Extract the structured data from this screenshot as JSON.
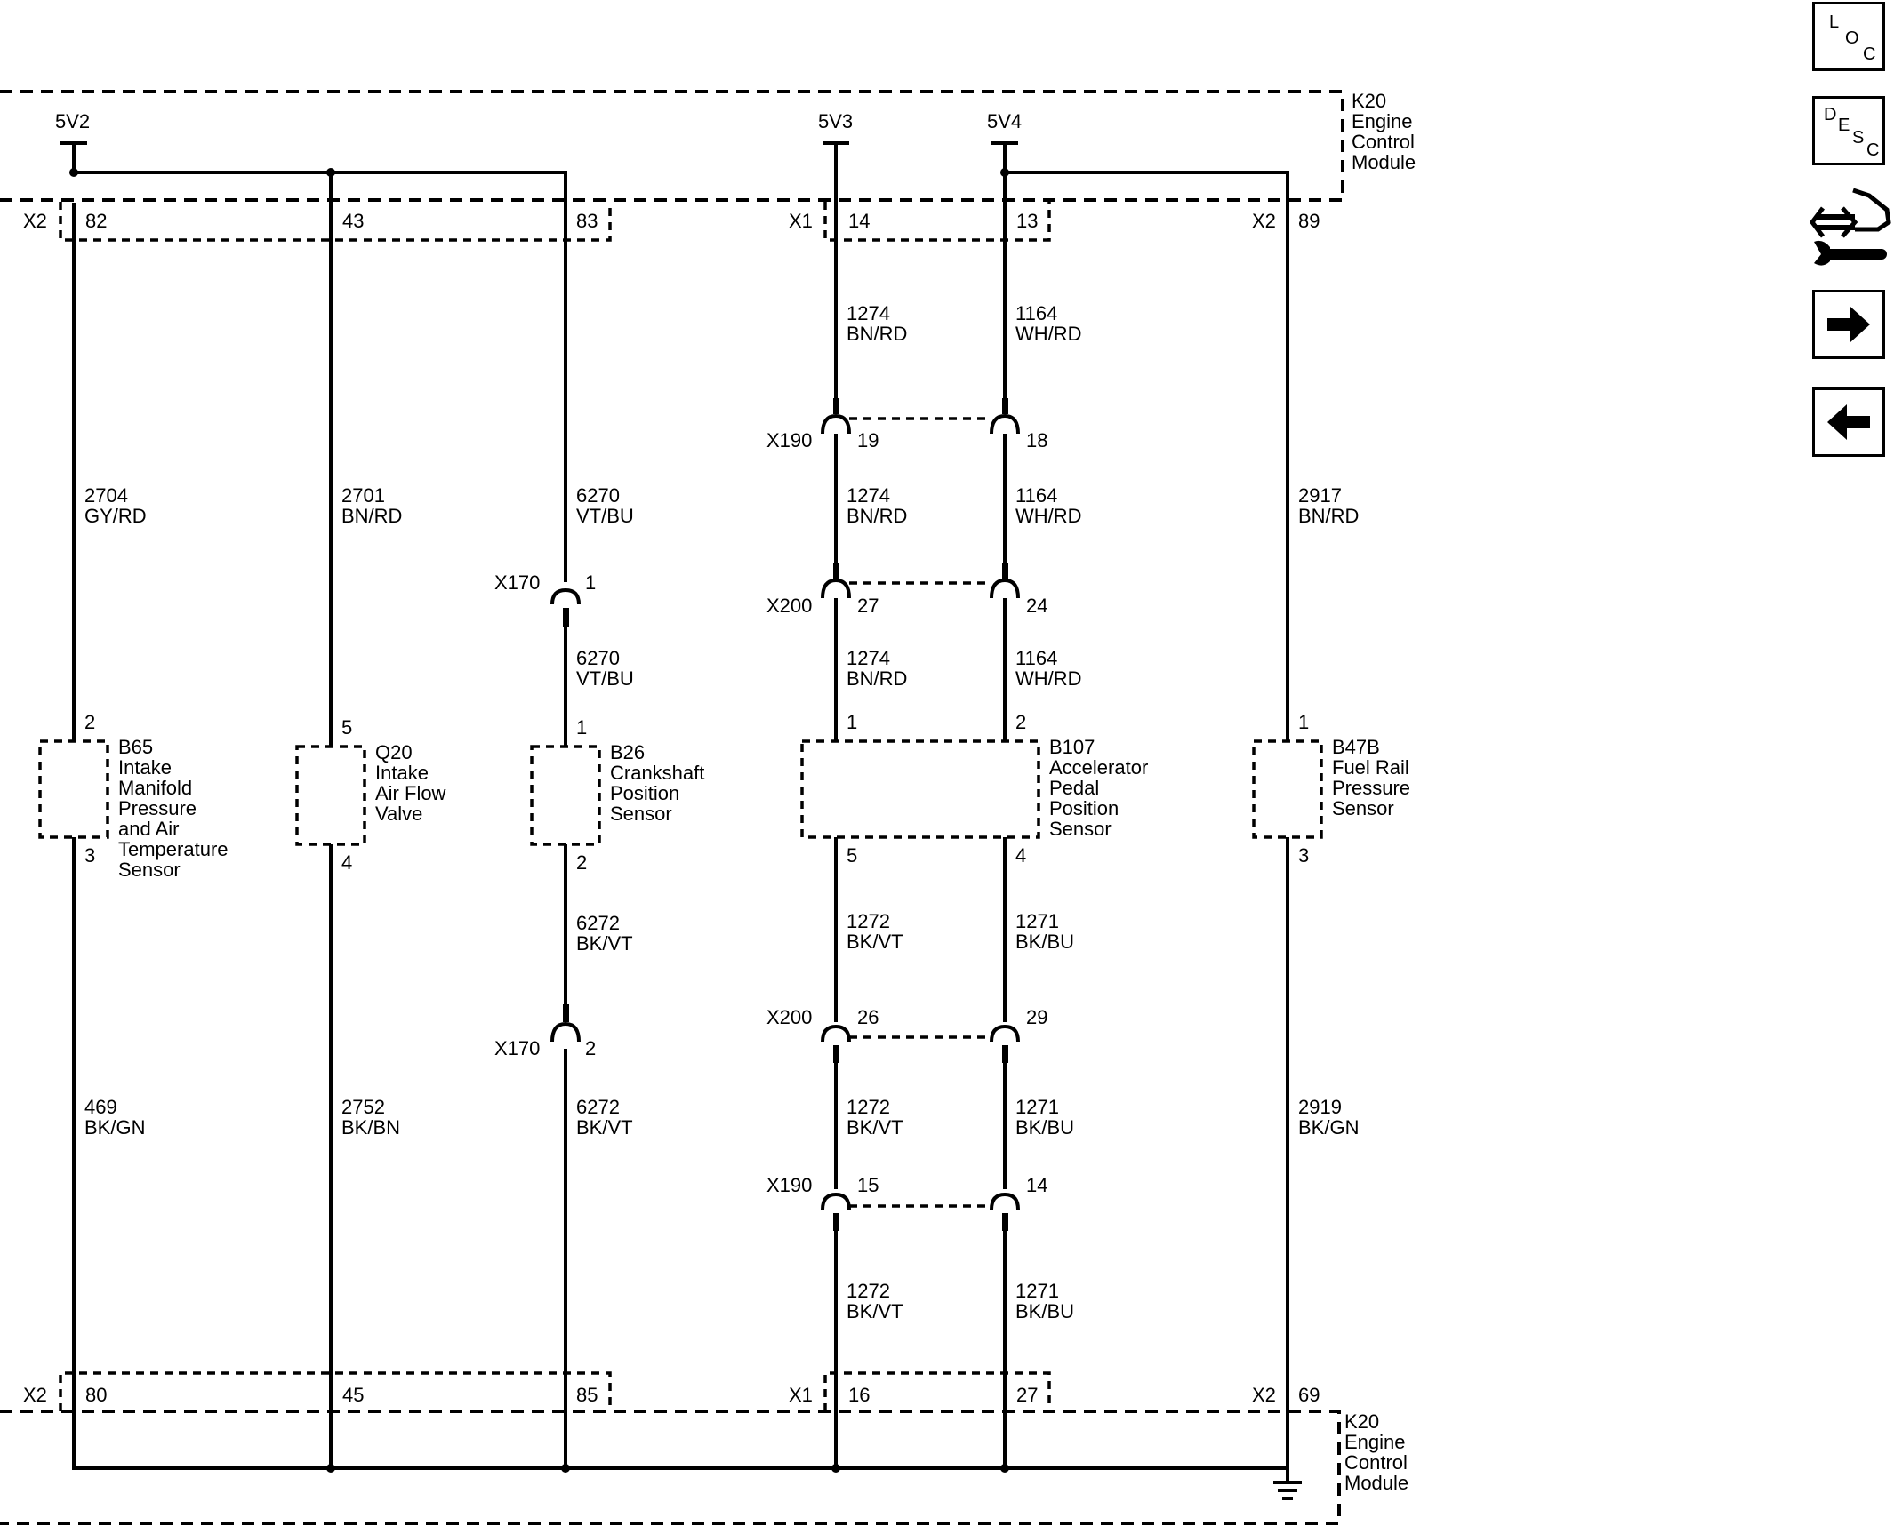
{
  "module": {
    "name": "K20",
    "title_lines": [
      "Engine",
      "Control",
      "Module"
    ]
  },
  "supplies": [
    "5V2",
    "5V3",
    "5V4"
  ],
  "connectors": {
    "x1": "X1",
    "x2": "X2",
    "x170": "X170",
    "x190": "X190",
    "x200": "X200"
  },
  "top_pins": [
    "82",
    "43",
    "83",
    "14",
    "13",
    "89"
  ],
  "bottom_pins": [
    "80",
    "45",
    "85",
    "16",
    "27",
    "69"
  ],
  "wires": [
    {
      "circuit": "2704",
      "color": "GY/RD"
    },
    {
      "circuit": "2701",
      "color": "BN/RD"
    },
    {
      "circuit": "6270",
      "color": "VT/BU"
    },
    {
      "circuit": "6270",
      "color": "VT/BU"
    },
    {
      "circuit": "1274",
      "color": "BN/RD"
    },
    {
      "circuit": "1164",
      "color": "WH/RD"
    },
    {
      "circuit": "1274",
      "color": "BN/RD"
    },
    {
      "circuit": "1164",
      "color": "WH/RD"
    },
    {
      "circuit": "1274",
      "color": "BN/RD"
    },
    {
      "circuit": "1164",
      "color": "WH/RD"
    },
    {
      "circuit": "2917",
      "color": "BN/RD"
    },
    {
      "circuit": "6272",
      "color": "BK/VT"
    },
    {
      "circuit": "1272",
      "color": "BK/VT"
    },
    {
      "circuit": "1271",
      "color": "BK/BU"
    },
    {
      "circuit": "469",
      "color": "BK/GN"
    },
    {
      "circuit": "2752",
      "color": "BK/BN"
    },
    {
      "circuit": "6272",
      "color": "BK/VT"
    },
    {
      "circuit": "1272",
      "color": "BK/VT"
    },
    {
      "circuit": "1271",
      "color": "BK/BU"
    },
    {
      "circuit": "2919",
      "color": "BK/GN"
    },
    {
      "circuit": "1272",
      "color": "BK/VT"
    },
    {
      "circuit": "1271",
      "color": "BK/BU"
    }
  ],
  "inline_pins": [
    "1",
    "2",
    "19",
    "18",
    "27",
    "24",
    "26",
    "29",
    "15",
    "14"
  ],
  "components": [
    {
      "id": "B65",
      "lines": [
        "Intake",
        "Manifold",
        "Pressure",
        "and Air",
        "Temperature",
        "Sensor"
      ],
      "pin_top": "2",
      "pin_bottom": "3"
    },
    {
      "id": "Q20",
      "lines": [
        "Intake",
        "Air Flow",
        "Valve"
      ],
      "pin_top": "5",
      "pin_bottom": "4"
    },
    {
      "id": "B26",
      "lines": [
        "Crankshaft",
        "Position",
        "Sensor"
      ],
      "pin_top": "1",
      "pin_bottom": "2"
    },
    {
      "id": "B107",
      "lines": [
        "Accelerator",
        "Pedal",
        "Position",
        "Sensor"
      ],
      "pins_top": [
        "1",
        "2"
      ],
      "pins_bottom": [
        "5",
        "4"
      ]
    },
    {
      "id": "B47B",
      "lines": [
        "Fuel Rail",
        "Pressure",
        "Sensor"
      ],
      "pin_top": "1",
      "pin_bottom": "3"
    }
  ],
  "nav": {
    "loc": {
      "letters": [
        "L",
        "O",
        "C"
      ]
    },
    "desc": {
      "letters": [
        "D",
        "E",
        "S",
        "C"
      ]
    },
    "icons": [
      "tool-icon",
      "arrow-right-icon",
      "arrow-left-icon"
    ]
  }
}
